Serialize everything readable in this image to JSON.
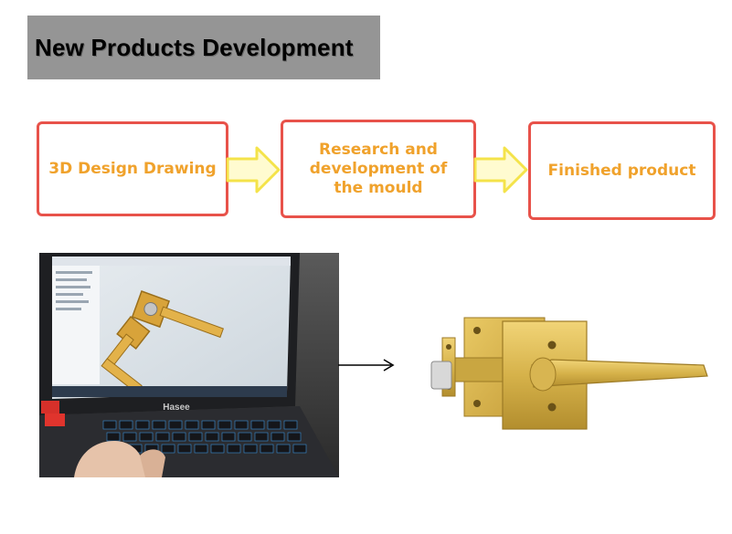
{
  "title": "New Products Development",
  "steps": [
    {
      "label": "3D Design Drawing"
    },
    {
      "label": "Research and development of the mould"
    },
    {
      "label": "Finished product"
    }
  ],
  "laptop_brand": "Hasee",
  "colors": {
    "title_bg": "#959595",
    "step_border": "#e8524a",
    "step_text": "#f0a22c",
    "arrow_fill": "#fffbd0",
    "arrow_stroke": "#f4e34a",
    "brass": "#d6b24a"
  },
  "icons": [
    "right-arrow-icon",
    "right-arrow-icon",
    "right-arrow-icon"
  ]
}
